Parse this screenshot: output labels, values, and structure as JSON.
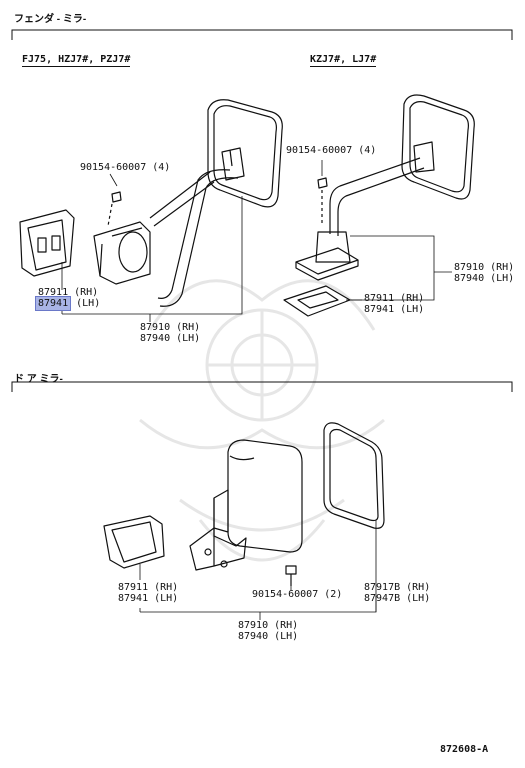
{
  "sections": {
    "fender_title": "フェンダ - ミラ-",
    "door_title": "ド ア ミラ-"
  },
  "fender_left": {
    "models": "FJ75, HZJ7#, PZJ7#",
    "bolt": "90154-60007 (4)",
    "pad_rh": "87911 (RH)",
    "pad_lh_code": "87941",
    "pad_lh_suffix": " (LH)",
    "mirror_rh": "87910 (RH)",
    "mirror_lh": "87940 (LH)"
  },
  "fender_right": {
    "models": "KZJ7#, LJ7#",
    "bolt": "90154-60007 (4)",
    "mirror_rh": "87910 (RH)",
    "mirror_lh": "87940 (LH)",
    "pad_rh": "87911 (RH)",
    "pad_lh": "87941 (LH)"
  },
  "door": {
    "pad_rh": "87911 (RH)",
    "pad_lh": "87941 (LH)",
    "bolt": "90154-60007 (2)",
    "glass_rh": "87917B (RH)",
    "glass_lh": "87947B (LH)",
    "mirror_rh": "87910 (RH)",
    "mirror_lh": "87940 (LH)"
  },
  "figure_number": "872608-A",
  "highlight_color": "#a9b4e6"
}
